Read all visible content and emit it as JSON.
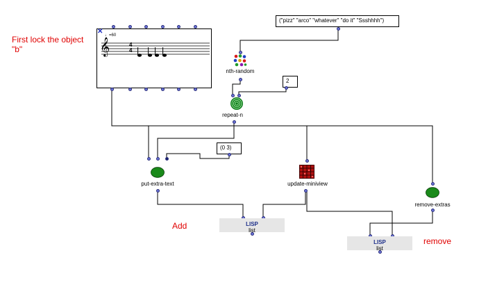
{
  "score": {
    "tempo_label": "♩=60",
    "clef_icon": "treble-clef-icon",
    "time_signature_top": "4",
    "time_signature_bottom": "4",
    "note_count": 4
  },
  "notes": {
    "first_lock": "First lock the object \"b\"",
    "add": "Add",
    "remove": "remove"
  },
  "boxes": {
    "strings_list": "(\"pizz\" \"arco\" \"whatever\" \"do it\" \"Ssshhhh\")",
    "repeat_count": "2",
    "positions_list": "(0 3)"
  },
  "objects": {
    "nth_random": "nth-random",
    "repeat_n": "repeat-n",
    "put_extra_text": "put-extra-text",
    "update_miniview": "update-miniview",
    "remove_extras": "remove-extras",
    "lisp_add_title": "LISP",
    "lisp_add_name": "list",
    "lisp_remove_title": "LISP",
    "lisp_remove_name": "list"
  },
  "colors": {
    "note_text": "#e00000",
    "port": "#6c74d8",
    "green_button": "#1a8a1a",
    "lisp_title": "#1d2f8a",
    "lisp_box": "#e6e6e6",
    "miniview": "#b01010"
  }
}
